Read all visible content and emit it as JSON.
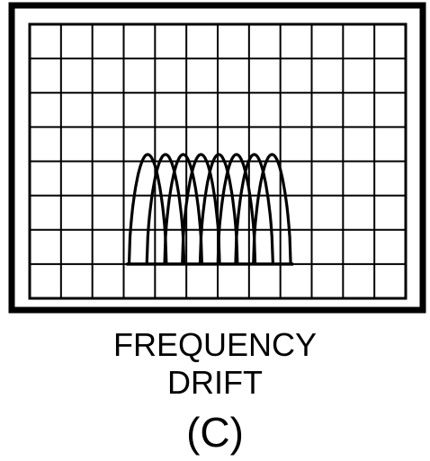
{
  "display": {
    "frame_color": "#000000",
    "grid_color": "#000000",
    "trace_color": "#000000",
    "background_color": "#ffffff",
    "grid": {
      "columns": 12,
      "rows": 8
    },
    "trace": {
      "description_kind": "overlapping sweeps",
      "sweep_count": 8,
      "start_division": 3.2,
      "end_division": 8.3,
      "peak_division_from_bottom": 4.2,
      "baseline_division_from_bottom": 1.0
    }
  },
  "caption": {
    "line1": "FREQUENCY",
    "line2": "DRIFT",
    "label": "(C)"
  }
}
